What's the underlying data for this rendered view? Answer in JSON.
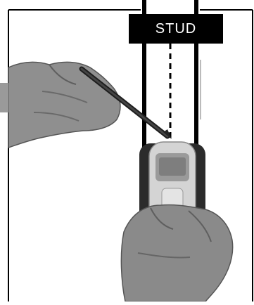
{
  "callout": {
    "label": "STUD"
  },
  "colors": {
    "ink": "#000000",
    "paper": "#ffffff",
    "device_body": "#cfcfcf",
    "device_grip": "#2b2b2b",
    "skin": "#8a8a8a"
  },
  "illustration": {
    "subject": "hand-holding-stud-finder",
    "elements": [
      "stud-outline",
      "stud-center-line",
      "pencil",
      "left-hand",
      "right-hand",
      "stud-finder-device"
    ]
  }
}
